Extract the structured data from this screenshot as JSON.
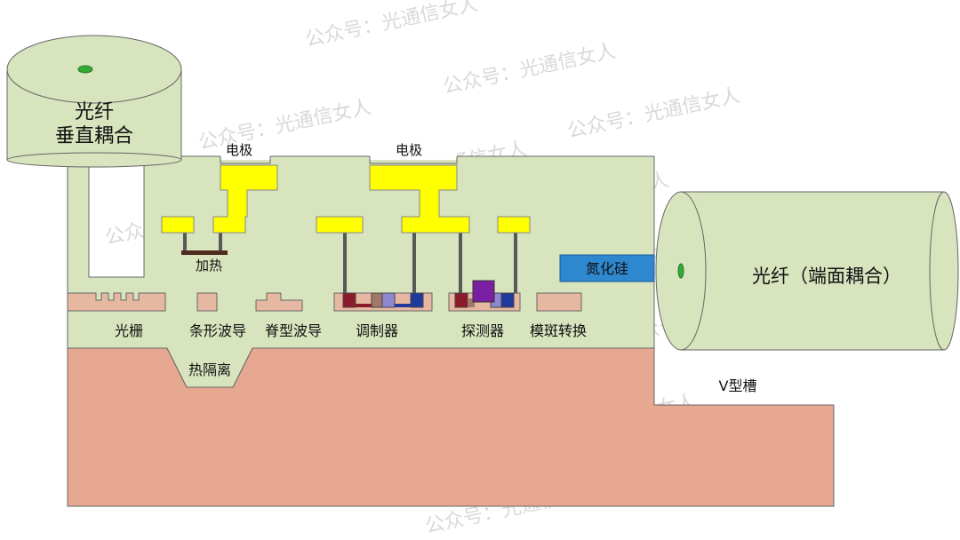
{
  "labels": {
    "fiber_vertical_line1": "光纤",
    "fiber_vertical_line2": "垂直耦合",
    "electrode_left": "电极",
    "electrode_right": "电极",
    "heater": "加热",
    "nitride": "氮化硅",
    "grating": "光栅",
    "strip_waveguide": "条形波导",
    "ridge_waveguide": "脊型波导",
    "modulator": "调制器",
    "detector": "探测器",
    "mode_converter": "模斑转换",
    "thermal_isolation": "热隔离",
    "fiber_edge": "光纤（端面耦合）",
    "v_groove": "V型槽"
  },
  "watermark": "公众号：光通信女人",
  "colors": {
    "fiber_fill": "#d7e4bd",
    "oxide_fill": "#d7e4bd",
    "substrate_fill": "#e6a890",
    "silicon_fill": "#e6b8a2",
    "electrode_fill": "#ffff00",
    "via_fill": "#595959",
    "heater_fill": "#4d2b1f",
    "nitride_fill": "#2e88d0",
    "core_dot": "#33aa33",
    "p_doped": "#8b1a2a",
    "n_doped": "#1f3a9a",
    "light_purple": "#8e88d0",
    "ge_detector": "#7a1fa2",
    "outline": "#555555"
  }
}
